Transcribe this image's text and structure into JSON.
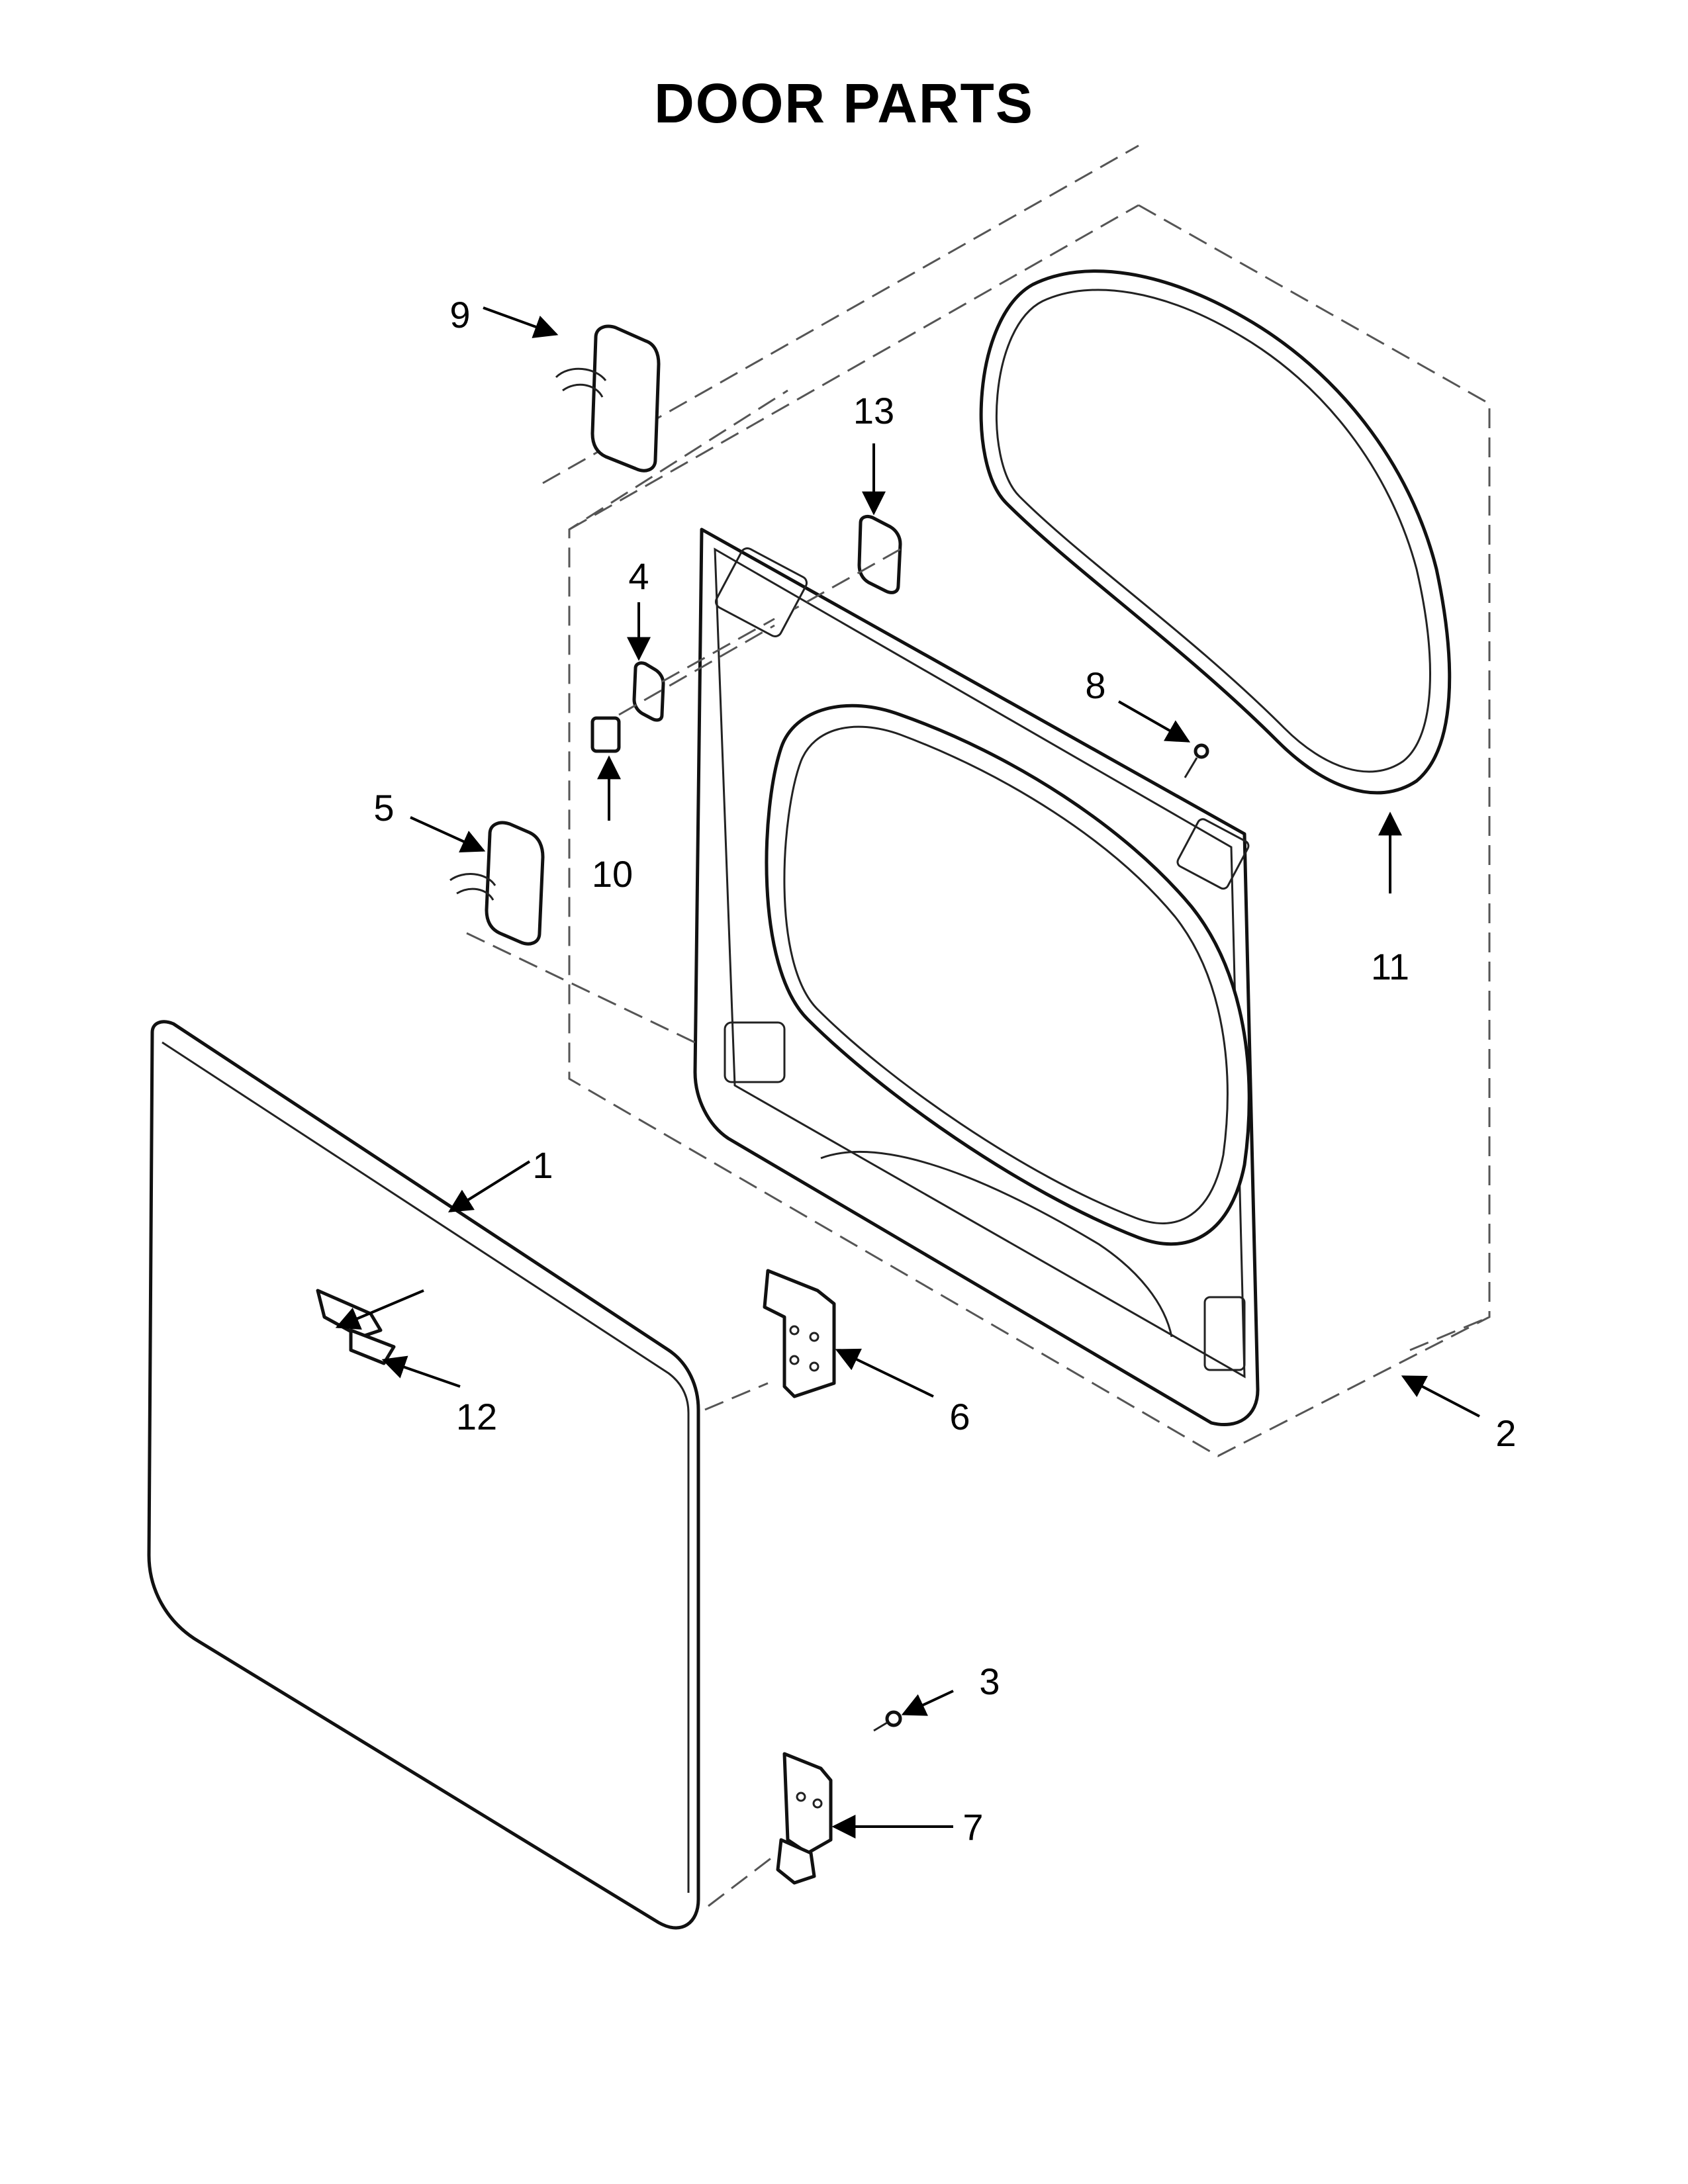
{
  "title": "DOOR PARTS",
  "callouts": {
    "c1": "1",
    "c2": "2",
    "c3": "3",
    "c4": "4",
    "c5": "5",
    "c6": "6",
    "c7": "7",
    "c8": "8",
    "c9": "9",
    "c10": "10",
    "c11": "11",
    "c12": "12",
    "c13": "13"
  }
}
